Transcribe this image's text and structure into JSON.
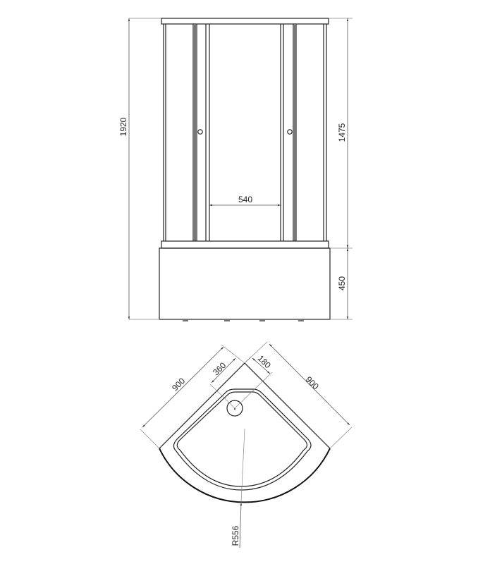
{
  "front_view": {
    "total_height": "1920",
    "glass_height": "1475",
    "tray_height": "450",
    "door_opening": "540"
  },
  "plan_view": {
    "width_left": "900",
    "width_right": "900",
    "drain_offset": "360",
    "corner_offset": "180",
    "radius": "R556"
  },
  "colors": {
    "line": "#222222",
    "dimension": "#888888"
  }
}
